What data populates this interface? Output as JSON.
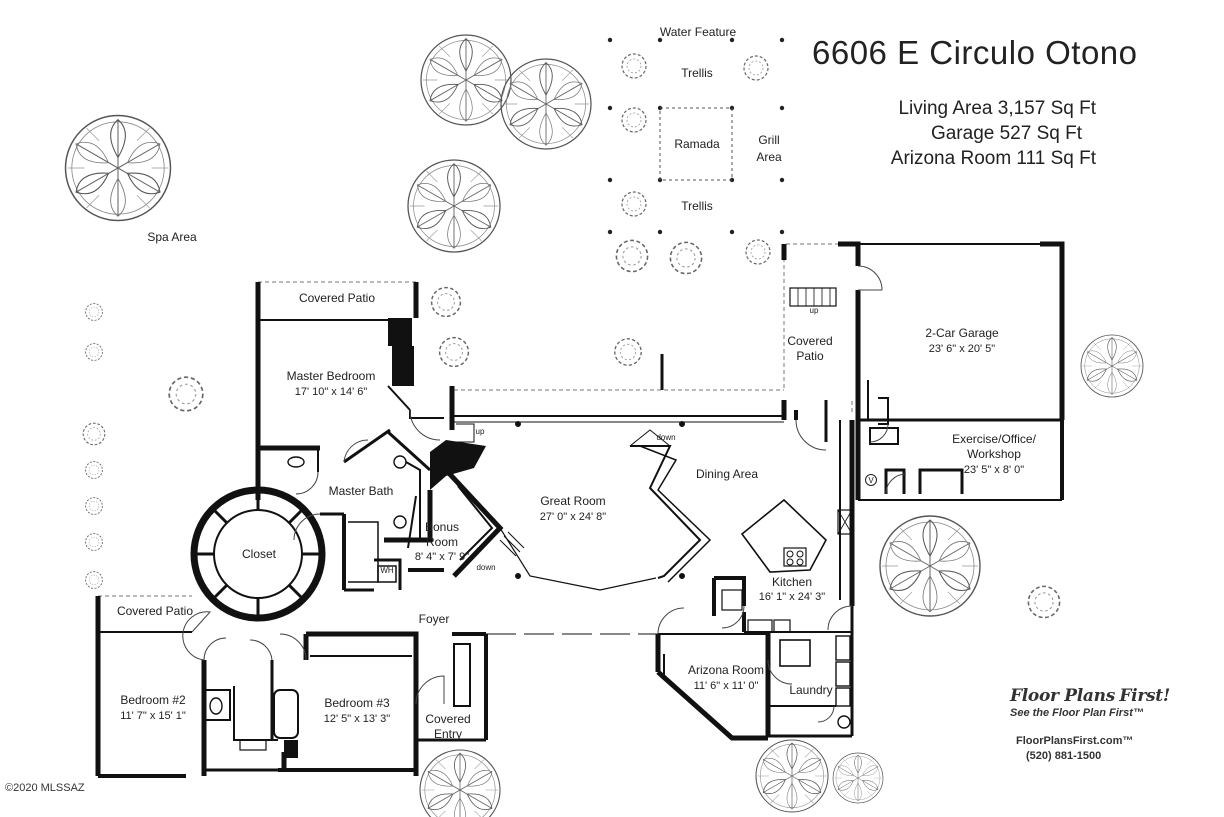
{
  "title": "6606 E Circulo Otono",
  "areas": {
    "living": "Living Area  3,157 Sq Ft",
    "garage": "Garage  527 Sq Ft",
    "arizona": "Arizona Room 111 Sq Ft"
  },
  "rooms": {
    "master_bedroom": {
      "name": "Master Bedroom",
      "dims": "17' 10\" x 14' 6\""
    },
    "great_room": {
      "name": "Great Room",
      "dims": "27' 0\" x 24' 8\""
    },
    "dining": {
      "name": "Dining Area"
    },
    "kitchen": {
      "name": "Kitchen",
      "dims": "16' 1\" x 24' 3\""
    },
    "garage": {
      "name": "2-Car Garage",
      "dims": "23' 6\" x 20' 5\""
    },
    "exercise": {
      "name1": "Exercise/Office/",
      "name2": "Workshop",
      "dims": "23' 5\" x 8' 0\""
    },
    "bonus": {
      "name1": "Bonus",
      "name2": "Room",
      "dims": "8' 4\" x 7' 9\""
    },
    "bedroom2": {
      "name": "Bedroom #2",
      "dims": "11' 7\" x 15' 1\""
    },
    "bedroom3": {
      "name": "Bedroom #3",
      "dims": "12' 5\" x 13' 3\""
    },
    "arizona": {
      "name": "Arizona Room",
      "dims": "11' 6\" x 11' 0\""
    },
    "laundry": {
      "name": "Laundry"
    },
    "master_bath": {
      "name": "Master Bath"
    },
    "closet": {
      "name": "Closet"
    },
    "foyer": {
      "name": "Foyer"
    }
  },
  "labels": {
    "water_feature": "Water Feature",
    "trellis": "Trellis",
    "ramada": "Ramada",
    "grill1": "Grill",
    "grill2": "Area",
    "spa": "Spa Area",
    "covered_patio": "Covered Patio",
    "covered1": "Covered",
    "patio2": "Patio",
    "entry": "Entry",
    "up": "up",
    "down": "down",
    "wh": "WH",
    "v": "V"
  },
  "logo": {
    "brand": "Floor Plans",
    "brand2": "First!",
    "tagline": "See the Floor Plan First",
    "tm": "™",
    "url": "FloorPlansFirst.com",
    "phone": "(520) 881-1500"
  },
  "copyright": "©2020 MLSSAZ"
}
